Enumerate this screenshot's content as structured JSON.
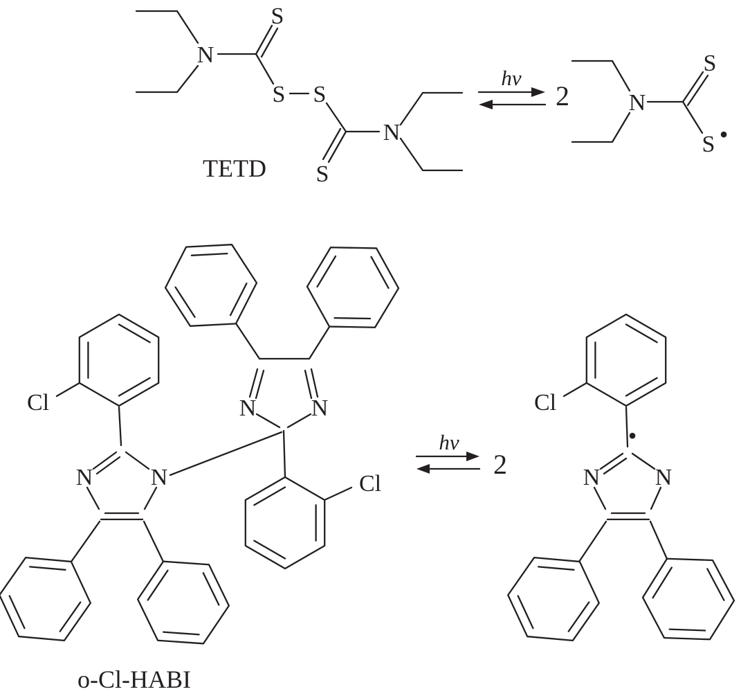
{
  "figure": {
    "background": "#ffffff",
    "ink": "#231f20"
  },
  "scheme1": {
    "name_label": "TETD",
    "condition": "hν",
    "coefficient": "2",
    "atoms": {
      "amine_n_left": "N",
      "thione_s_top": "S",
      "disulfide_s_left": "S",
      "disulfide_s_right": "S",
      "thione_s_bottom": "S",
      "amine_n_right": "N",
      "product_n": "N",
      "product_thione_s": "S",
      "product_radical_s": "S",
      "product_radical_dot": "•"
    }
  },
  "scheme2": {
    "name_label": "o-Cl-HABI",
    "condition": "hν",
    "coefficient": "2",
    "atoms": {
      "imidazole1_n_left": "N",
      "imidazole1_n_right": "N",
      "imidazole2_n_left": "N",
      "imidazole2_n_right": "N",
      "chloro_left": "Cl",
      "chloro_center": "Cl",
      "product_n_left": "N",
      "product_n_right": "N",
      "product_chloro": "Cl",
      "product_radical_dot": "•"
    }
  }
}
